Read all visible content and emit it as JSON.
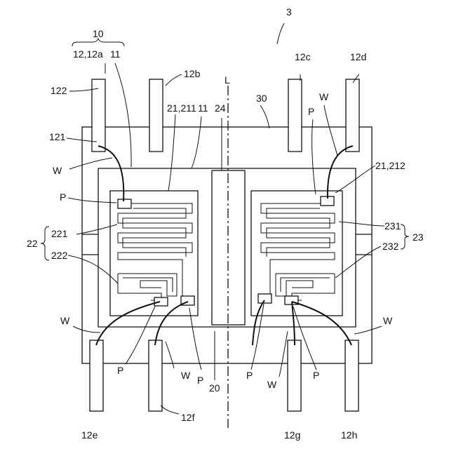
{
  "figure": {
    "ref": "3",
    "labels": {
      "l10": "10",
      "l12_12a": "12,12a",
      "l11_top": "11",
      "l12b": "12b",
      "lL": "L",
      "l12c": "12c",
      "l12d": "12d",
      "l122": "122",
      "l30": "30",
      "lW_top": "W",
      "lP_tr": "P",
      "l21_211": "21,211",
      "l11_mid": "11",
      "l24": "24",
      "l121": "121",
      "lW_left": "W",
      "l21_212": "21,212",
      "lP_left": "P",
      "l22": "22",
      "l221": "221",
      "l222": "222",
      "l231": "231",
      "l23": "23",
      "l232": "232",
      "lW_bl": "W",
      "lW_br": "W",
      "lP_b1": "P",
      "lW_b1": "W",
      "lP_b2": "P",
      "l20": "20",
      "lP_b3": "P",
      "lW_b2": "W",
      "lP_b4": "P",
      "l12e": "12e",
      "l12f": "12f",
      "l12g": "12g",
      "l12h": "12h"
    }
  }
}
